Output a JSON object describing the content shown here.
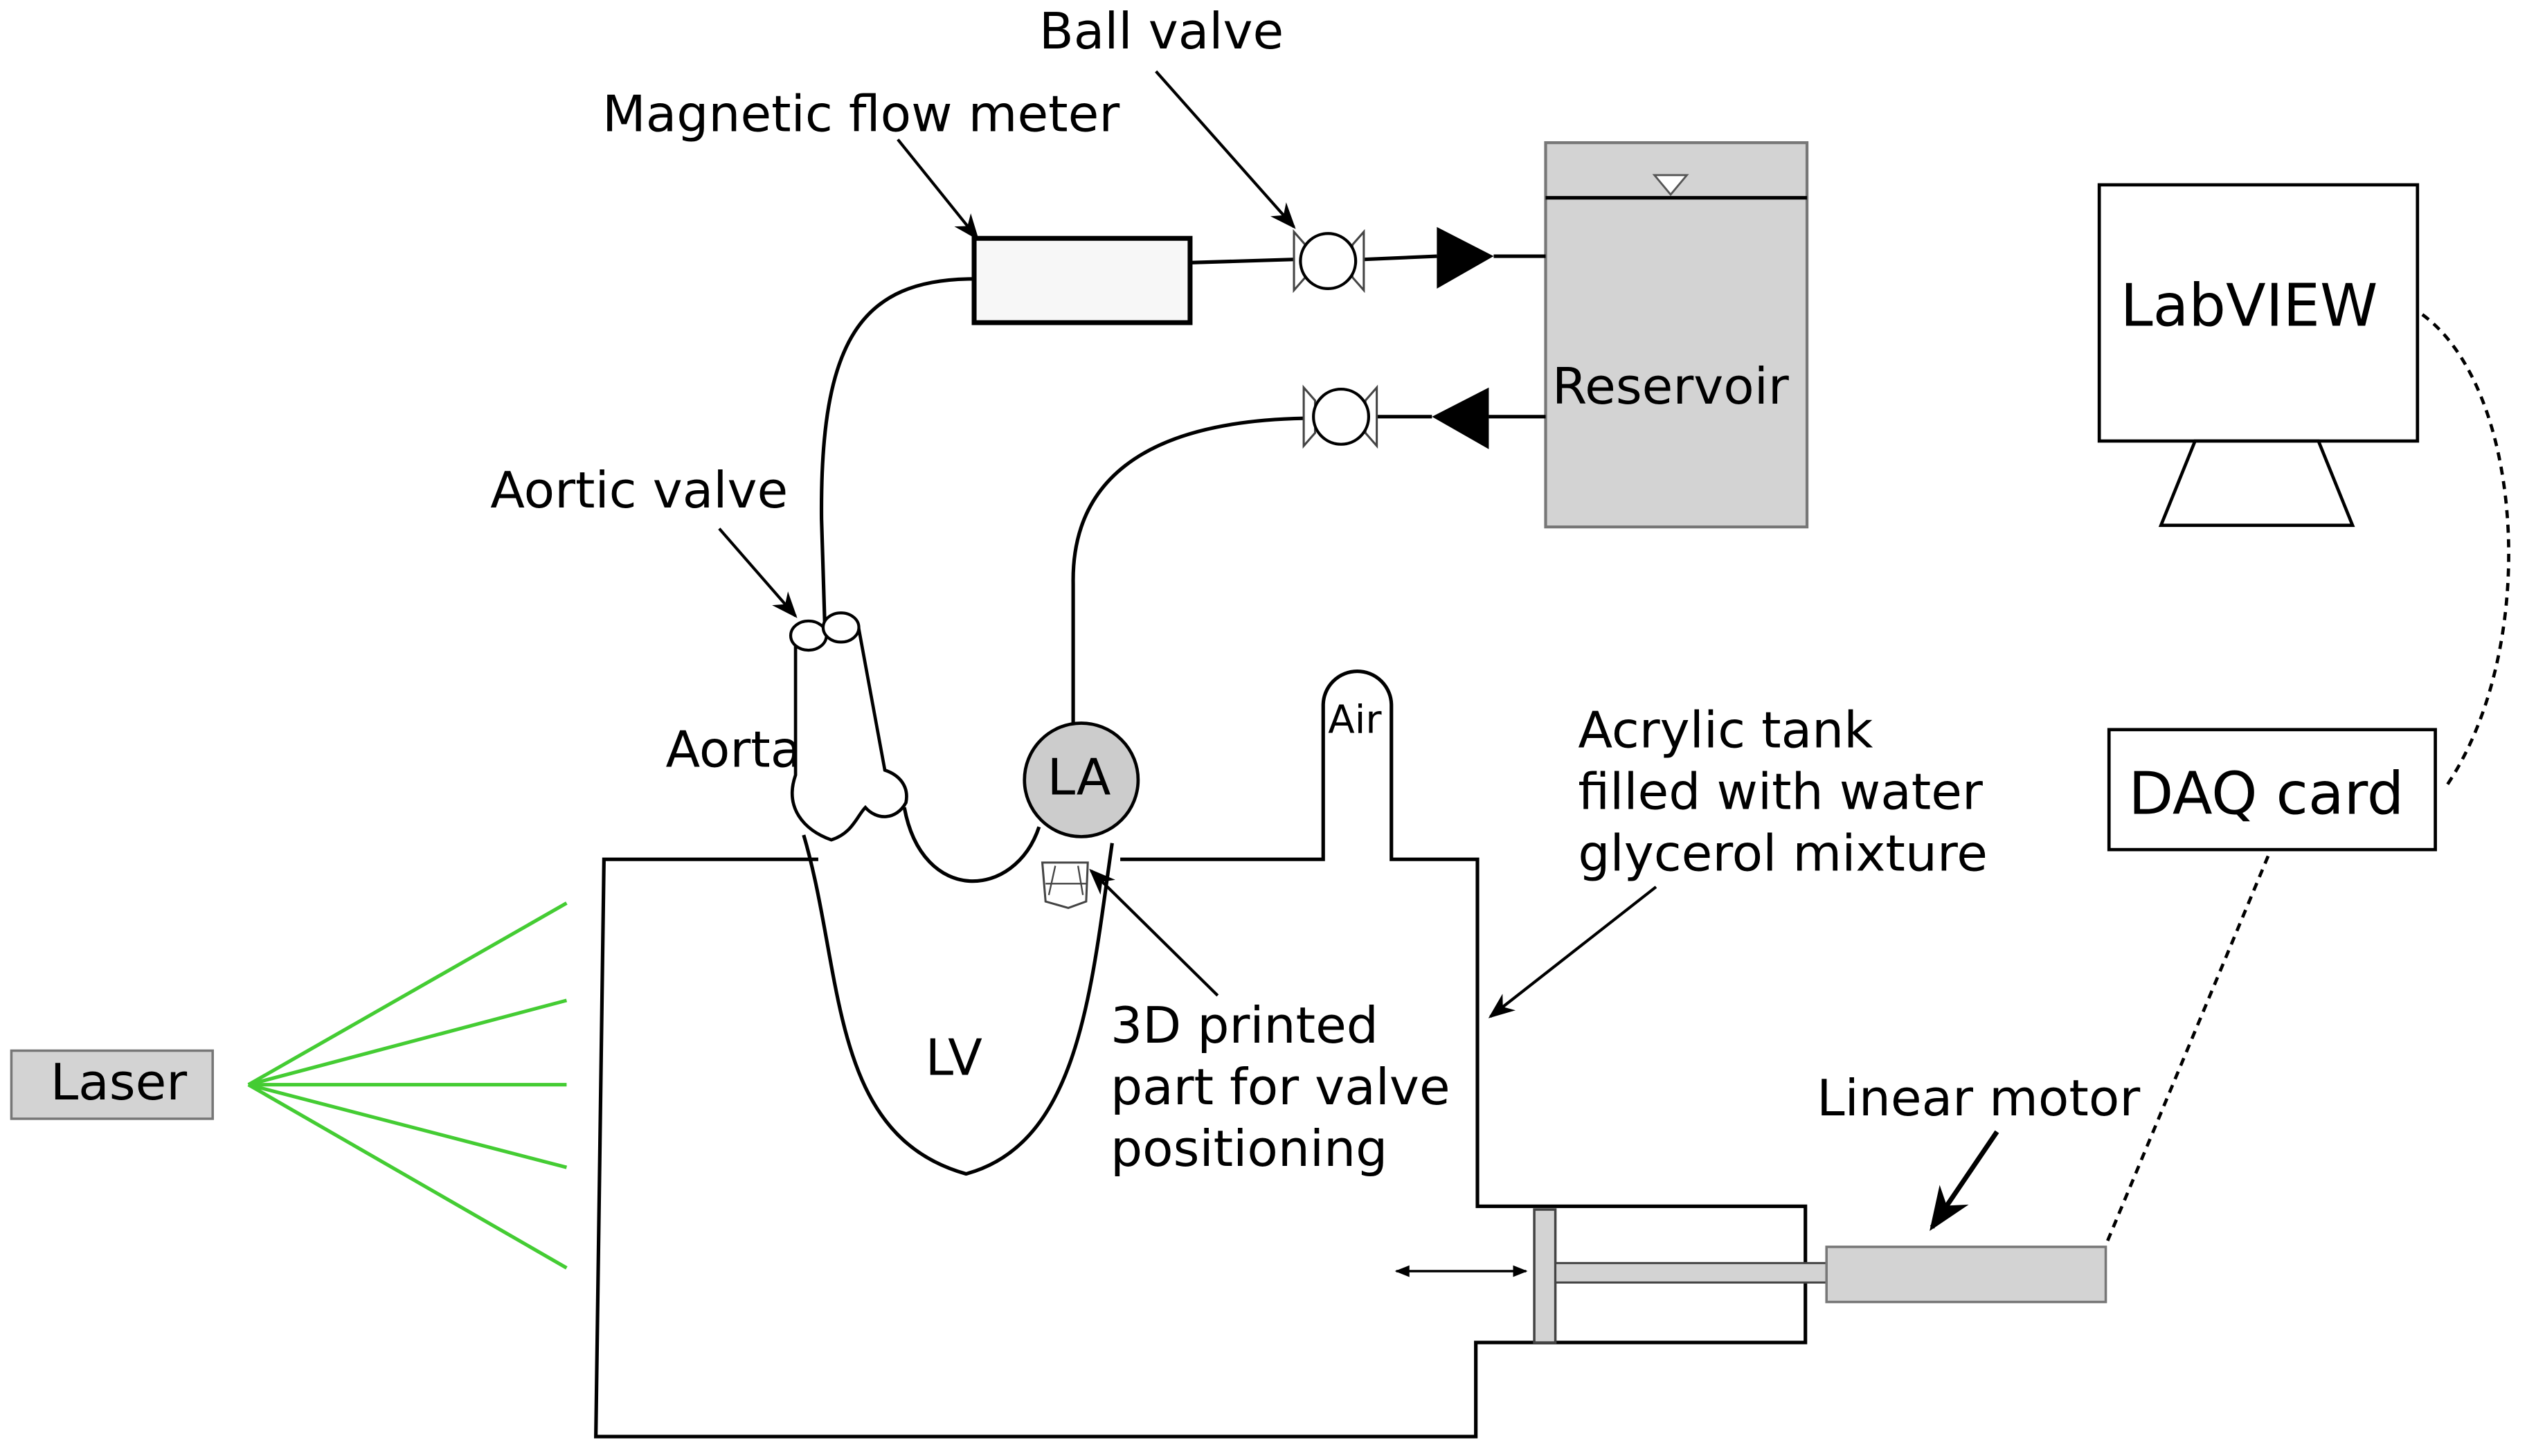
{
  "labels": {
    "ball_valve": "Ball valve",
    "magnetic_flow_meter": "Magnetic flow meter",
    "reservoir": "Reservoir",
    "labview": "LabVIEW",
    "aortic_valve": "Aortic valve",
    "aorta": "Aorta",
    "la": "LA",
    "air": "Air",
    "lv": "LV",
    "acrylic_tank": [
      "Acrylic tank",
      "filled with water",
      "glycerol mixture"
    ],
    "daq_card": "DAQ card",
    "laser": "Laser",
    "printed_part": [
      "3D printed",
      "part for valve",
      "positioning"
    ],
    "linear_motor": "Linear motor"
  },
  "colors": {
    "reservoir_fill": "#d3d3d3",
    "flow_meter_fill": "#f7f7f7",
    "la_fill": "#cccccc",
    "laser_fill": "#d3d3d3",
    "motor_fill": "#d3d3d3",
    "laser_beam": "#44cc33",
    "line": "#000000"
  }
}
